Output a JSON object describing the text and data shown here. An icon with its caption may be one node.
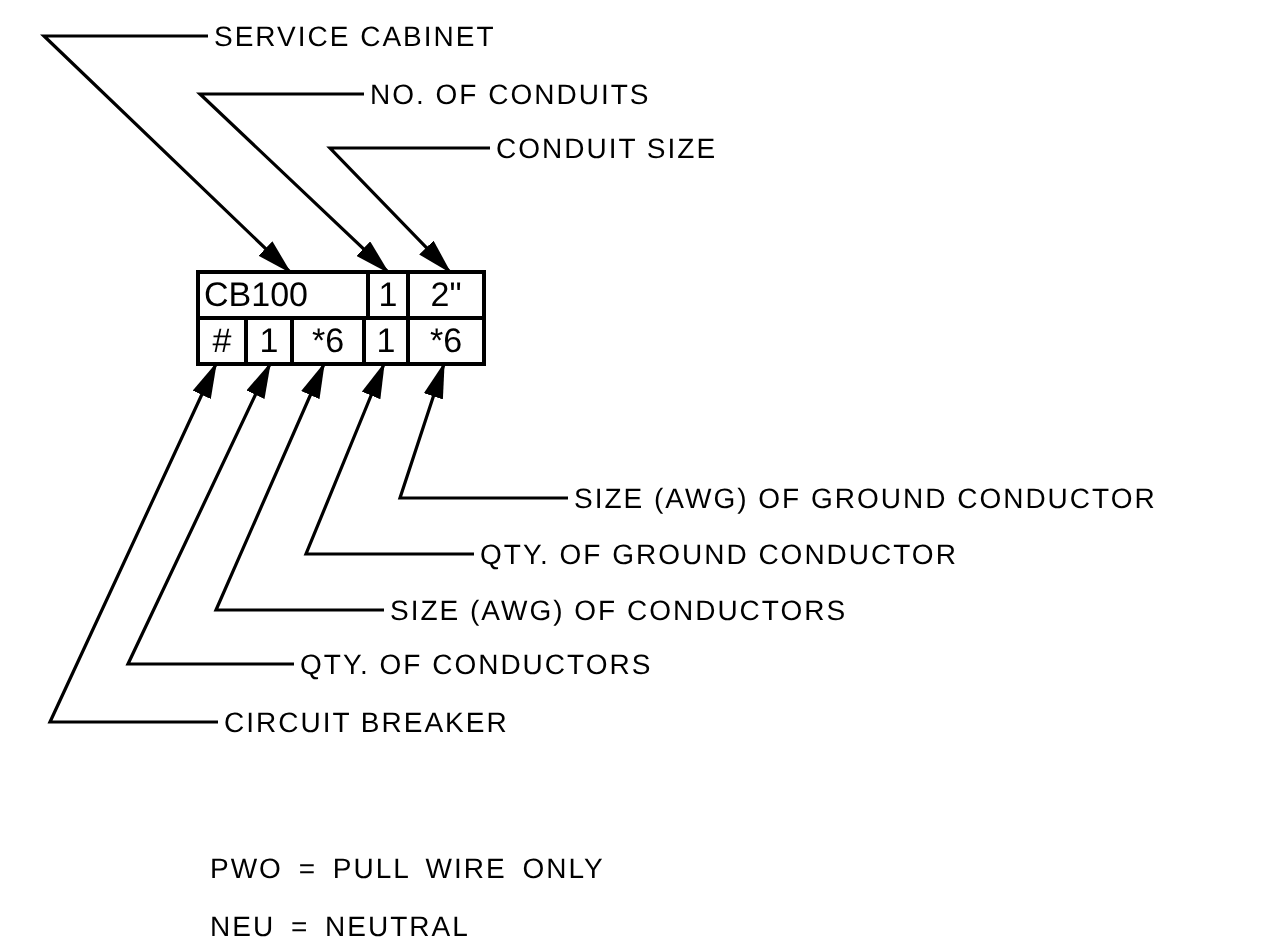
{
  "diagram": {
    "nodes": [
      {
        "text": [
          "SERVICE CABINET"
        ]
      },
      {
        "text": [
          "NO. OF CONDUITS"
        ]
      },
      {
        "text": [
          "CONDUIT SIZE"
        ]
      },
      {
        "text": [
          "CB100"
        ]
      },
      {
        "text": [
          "1"
        ]
      },
      {
        "text": [
          "2\""
        ]
      },
      {
        "text": [
          "#"
        ]
      },
      {
        "text": [
          "1"
        ]
      },
      {
        "text": [
          "*6"
        ]
      },
      {
        "text": [
          "1"
        ]
      },
      {
        "text": [
          "*6"
        ]
      },
      {
        "text": [
          "SIZE (AWG) OF GROUND CONDUCTOR"
        ]
      },
      {
        "text": [
          "QTY. OF GROUND CONDUCTOR"
        ]
      },
      {
        "text": [
          "SIZE (AWG) OF CONDUCTORS"
        ]
      },
      {
        "text": [
          "QTY. OF CONDUCTORS"
        ]
      },
      {
        "text": [
          "CIRCUIT BREAKER"
        ]
      }
    ],
    "edges": [
      {
        "from": 0,
        "to": 3,
        "arrow": "to"
      },
      {
        "from": 1,
        "to": 4,
        "arrow": "to"
      },
      {
        "from": 2,
        "to": 5,
        "arrow": "to"
      },
      {
        "from": 11,
        "to": 10,
        "arrow": "to"
      },
      {
        "from": 12,
        "to": 9,
        "arrow": "to"
      },
      {
        "from": 13,
        "to": 8,
        "arrow": "to"
      },
      {
        "from": 14,
        "to": 7,
        "arrow": "to"
      },
      {
        "from": 15,
        "to": 6,
        "arrow": "to"
      }
    ],
    "labels": [
      "PWO = PULL WIRE ONLY",
      "NEU = NEUTRAL"
    ]
  }
}
